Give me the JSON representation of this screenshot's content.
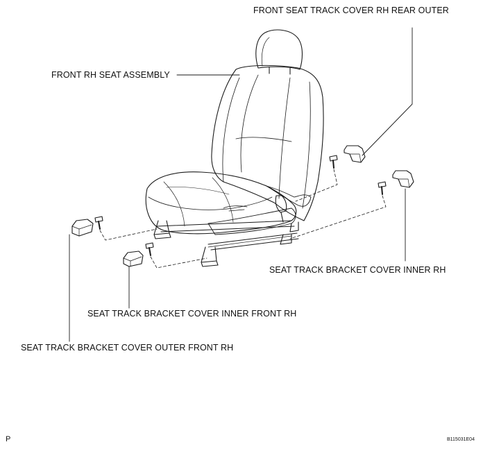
{
  "labels": {
    "front_seat_track_cover_rh_rear_outer": "FRONT SEAT TRACK COVER RH REAR OUTER",
    "front_rh_seat_assembly": "FRONT RH SEAT ASSEMBLY",
    "seat_track_bracket_cover_inner_rh": "SEAT TRACK BRACKET COVER INNER RH",
    "seat_track_bracket_cover_inner_front_rh": "SEAT TRACK BRACKET COVER INNER FRONT RH",
    "seat_track_bracket_cover_outer_front_rh": "SEAT TRACK BRACKET COVER OUTER FRONT RH"
  },
  "footer": {
    "page_mark": "P",
    "figure_code": "B115031E04"
  }
}
